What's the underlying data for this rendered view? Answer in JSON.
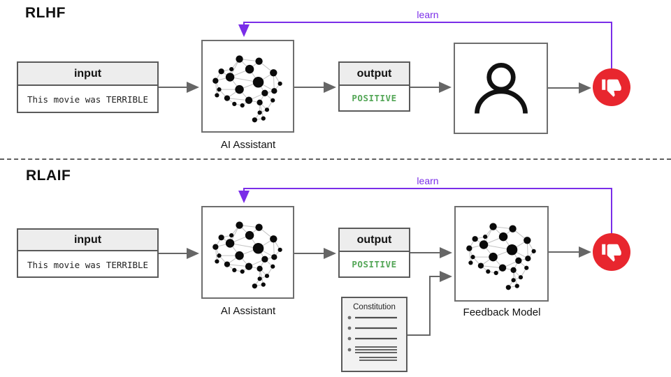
{
  "colors": {
    "accent_purple": "#7a2de8",
    "thumb_red": "#e8262e",
    "positive_green": "#53a656",
    "box_border_gray": "#5a5a5a",
    "arrow_gray": "#666666",
    "header_fill": "#ededed"
  },
  "rlhf": {
    "title": "RLHF",
    "learn_label": "learn",
    "input": {
      "header": "input",
      "value": "This movie was TERRIBLE"
    },
    "assistant_label": "AI Assistant",
    "output": {
      "header": "output",
      "value": "POSITIVE"
    }
  },
  "rlaif": {
    "title": "RLAIF",
    "learn_label": "learn",
    "input": {
      "header": "input",
      "value": "This movie was TERRIBLE"
    },
    "assistant_label": "AI Assistant",
    "output": {
      "header": "output",
      "value": "POSITIVE"
    },
    "constitution_title": "Constitution",
    "feedback_model_label": "Feedback Model"
  },
  "icons": {
    "brain": "brain-network-icon",
    "person": "person-icon",
    "thumbs_down": "thumbs-down-icon"
  }
}
